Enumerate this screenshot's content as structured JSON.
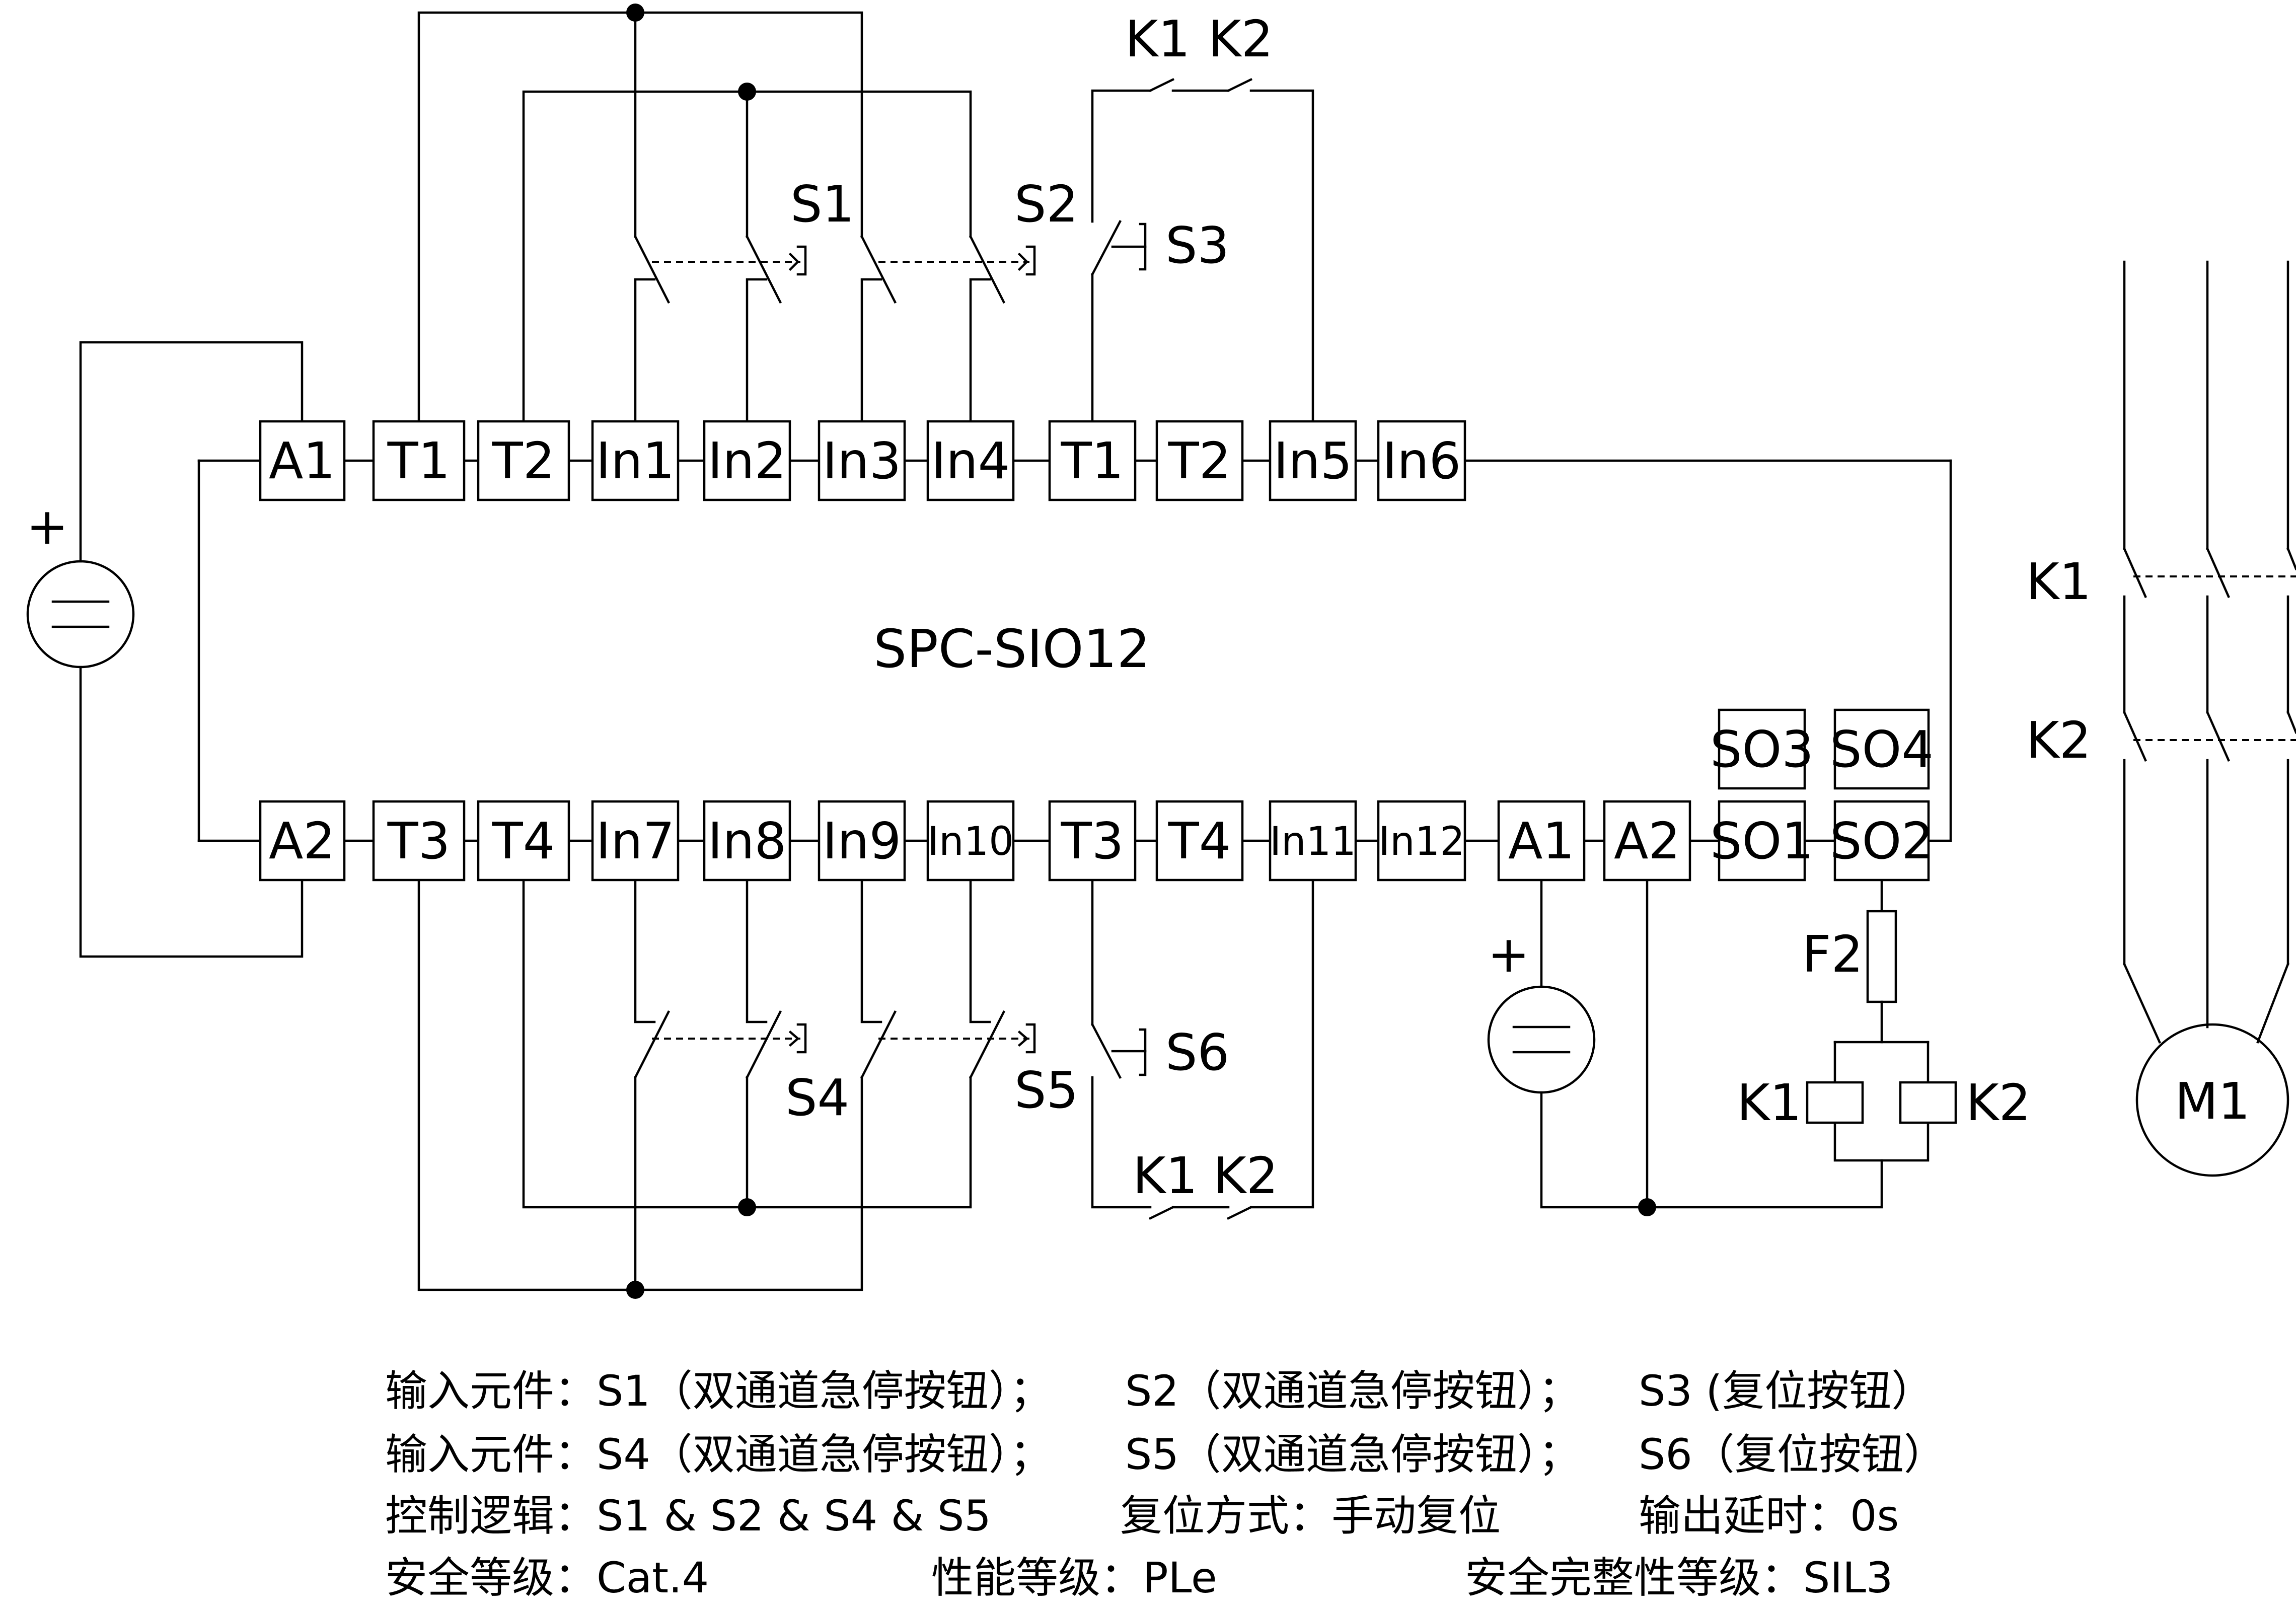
{
  "module_name": "SPC-SIO12",
  "top_terminals": [
    "A1",
    "T1",
    "T2",
    "In1",
    "In2",
    "In3",
    "In4",
    "T1",
    "T2",
    "In5",
    "In6"
  ],
  "bottom_terminals": [
    "A2",
    "T3",
    "T4",
    "In7",
    "In8",
    "In9",
    "In10",
    "T3",
    "T4",
    "In11",
    "In12",
    "A1",
    "A2",
    "SO1",
    "SO2"
  ],
  "extra_terminals": [
    "SO3",
    "SO4"
  ],
  "labels": {
    "plus": "+",
    "s1": "S1",
    "s2": "S2",
    "s3": "S3",
    "s4": "S4",
    "s5": "S5",
    "s6": "S6",
    "k1": "K1",
    "k2": "K2",
    "f2": "F2",
    "m1": "M1"
  },
  "footer": {
    "line1": [
      "输入元件：S1（双通道急停按钮）；",
      "S2（双通道急停按钮）；",
      "S3 (复位按钮）"
    ],
    "line2": [
      "输入元件：S4（双通道急停按钮）；",
      "S5（双通道急停按钮）；",
      "S6（复位按钮）"
    ],
    "line3": [
      "控制逻辑：S1 & S2 & S4 & S5",
      "复位方式：手动复位",
      "输出延时：0s"
    ],
    "line4": [
      "安全等级：Cat.4",
      "性能等级：PLe",
      "安全完整性等级：SIL3"
    ]
  }
}
